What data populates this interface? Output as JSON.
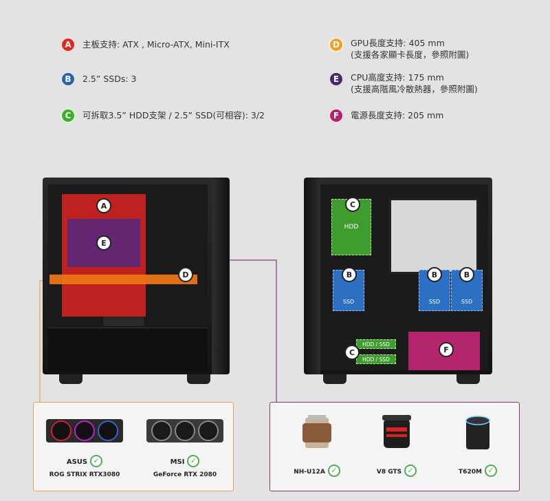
{
  "specs": [
    {
      "letter": "A",
      "color": "#e0261d",
      "lines": [
        "主板支持: ATX , Micro-ATX, Mini-ITX"
      ]
    },
    {
      "letter": "B",
      "color": "#2f62ad",
      "lines": [
        "2.5” SSDs: 3"
      ]
    },
    {
      "letter": "C",
      "color": "#3fae2a",
      "lines": [
        "可拆取3.5” HDD支架 / 2.5” SSD(可相容): 3/2"
      ]
    },
    {
      "letter": "D",
      "color": "#f1a12a",
      "lines": [
        "GPU長度支持: 405 mm",
        "(支援各家顯卡長度，參照附圖)"
      ]
    },
    {
      "letter": "E",
      "color": "#4b2770",
      "lines": [
        "CPU高度支持: 175 mm",
        "(支援高階風冷散熱器，參照附圖)"
      ]
    },
    {
      "letter": "F",
      "color": "#b0246e",
      "lines": [
        "電源長度支持: 205 mm"
      ]
    }
  ],
  "front_zones": {
    "a": "A",
    "e": "E",
    "d": "D"
  },
  "back_zones": {
    "c1": "C",
    "hdd": "HDD",
    "b1": "B",
    "b2": "B",
    "b3": "B",
    "ssd": "SSD",
    "c2": "C",
    "hddssd": "HDD / SSD",
    "f": "F"
  },
  "gpu_panel": [
    {
      "brand": "ASUS",
      "model": "ROG STRIX RTX3080"
    },
    {
      "brand": "MSI",
      "model": "GeForce RTX 2080"
    }
  ],
  "cooler_panel": [
    {
      "model": "NH-U12A"
    },
    {
      "model": "V8 GTS"
    },
    {
      "model": "T620M"
    }
  ],
  "check_glyph": "✓",
  "colors": {
    "orange": "#e6a24a",
    "purple": "#7a3d78"
  }
}
